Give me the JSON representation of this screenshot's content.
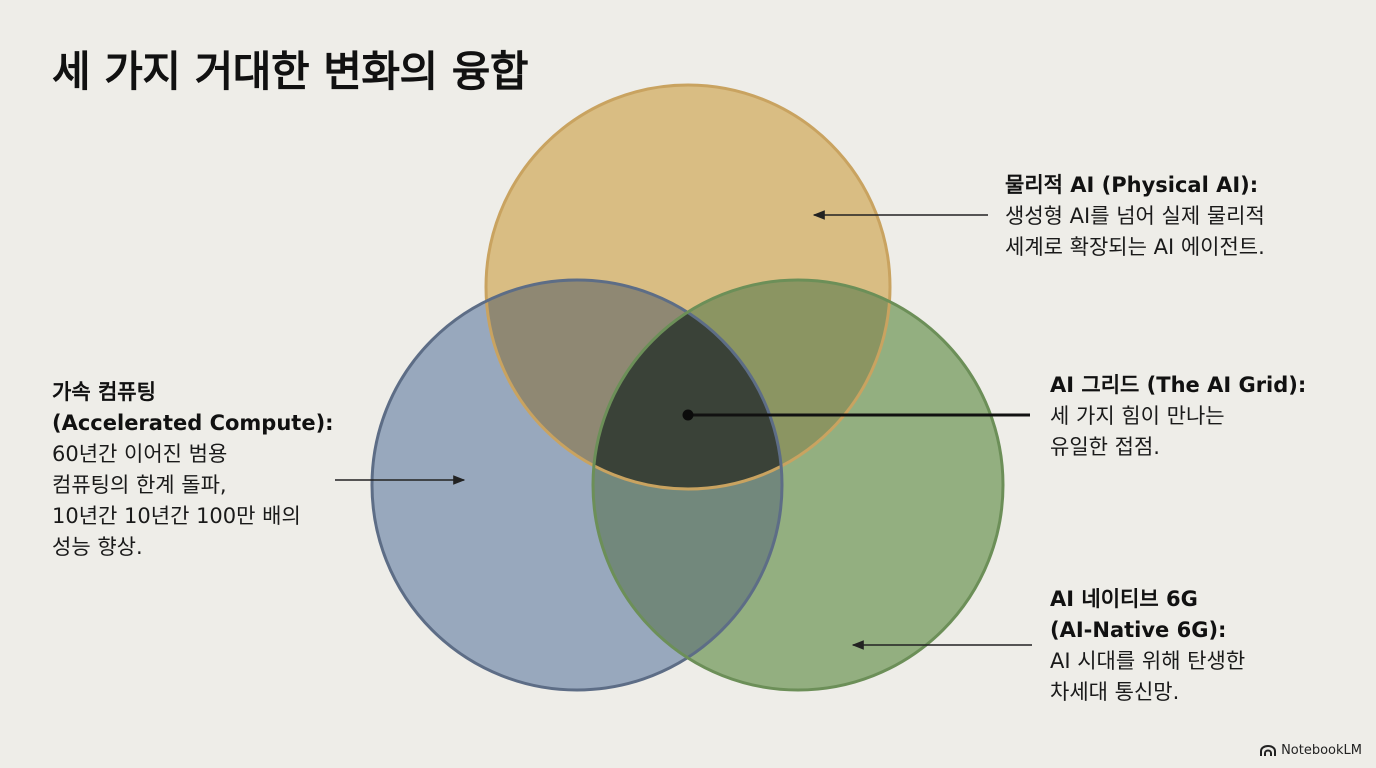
{
  "title": "세 가지 거대한 변화의 융합",
  "colors": {
    "background": "#eeede8",
    "physical_ai": "#d9b877",
    "accelerated_compute": "#8a9cb5",
    "ai_native_6g": "#8fad7b",
    "center": "#3a3f38"
  },
  "labels": {
    "physical_ai": {
      "head": "물리적 AI (Physical AI):",
      "desc": "생성형 AI를 넘어 실제 물리적\n세계로 확장되는 AI 에이전트."
    },
    "accelerated_compute": {
      "head": "가속 컴퓨팅\n(Accelerated Compute):",
      "desc": "60년간 이어진 범용\n컴퓨팅의 한계 돌파,\n10년간 10년간 100만 배의\n성능 향상."
    },
    "ai_grid": {
      "head": "AI 그리드 (The AI Grid):",
      "desc": "세 가지 힘이 만나는\n유일한 접점."
    },
    "ai_native_6g": {
      "head": "AI 네이티브 6G\n(AI-Native 6G):",
      "desc": "AI 시대를 위해 탄생한\n차세대 통신망."
    }
  },
  "brand": {
    "icon": "notebooklm-icon",
    "text": "NotebookLM"
  }
}
